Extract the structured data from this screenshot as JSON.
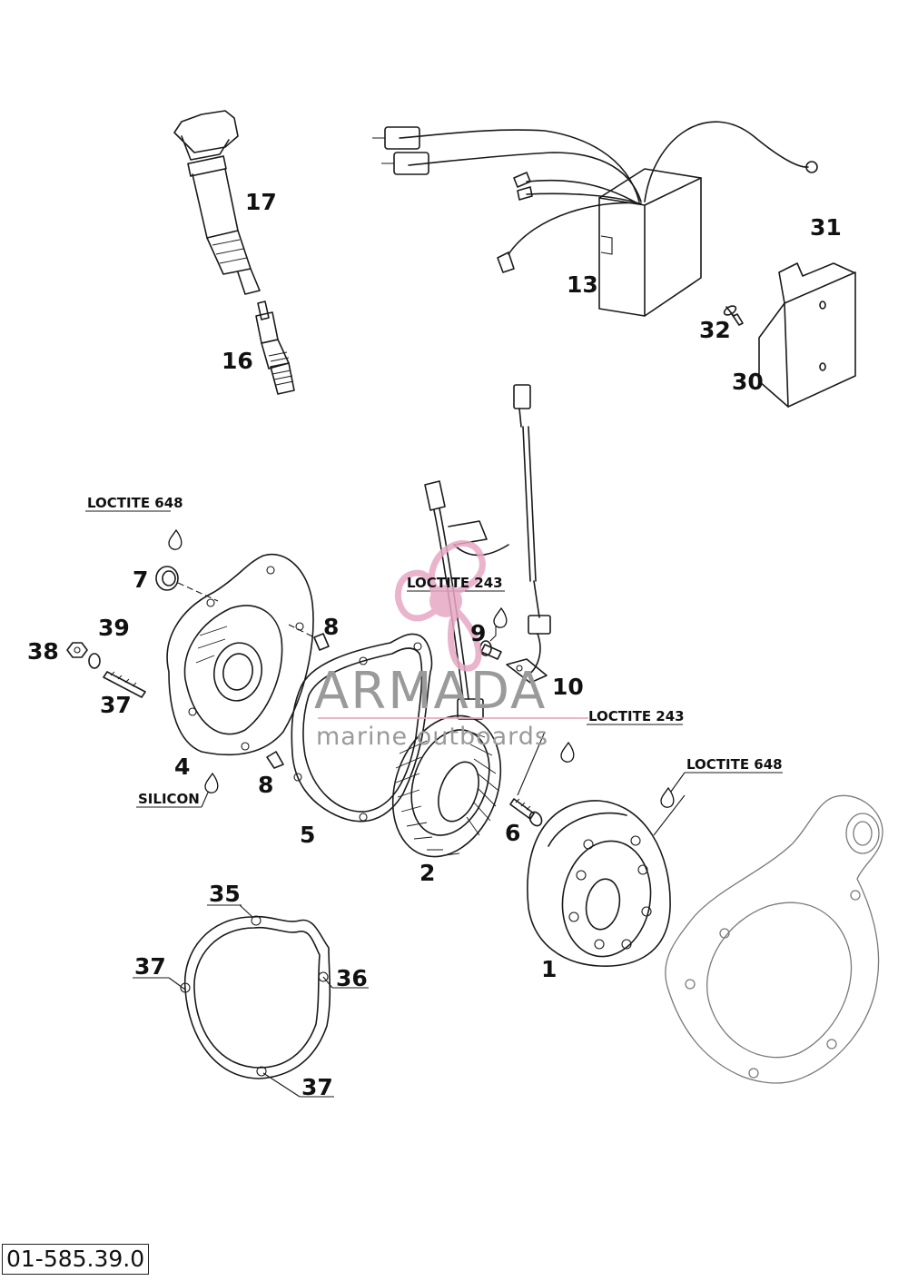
{
  "labels": {
    "p1": "1",
    "p2": "2",
    "p4": "4",
    "p5": "5",
    "p6": "6",
    "p7": "7",
    "p8a": "8",
    "p8b": "8",
    "p9": "9",
    "p10": "10",
    "p13": "13",
    "p16": "16",
    "p17": "17",
    "p30": "30",
    "p31": "31",
    "p32": "32",
    "p35": "35",
    "p36": "36",
    "p37a": "37",
    "p37b": "37",
    "p37c": "37",
    "p38": "38",
    "p39": "39"
  },
  "notes": {
    "loctite648_top": "LOCTITE 648",
    "loctite243_top": "LOCTITE 243",
    "loctite243_mid": "LOCTITE 243",
    "loctite648_right": "LOCTITE 648",
    "silicon": "SILICON"
  },
  "watermark": {
    "brand": "ARMADA",
    "tagline": "marine outboards",
    "accent_color": "#e7a7c4"
  },
  "reference_number": "01-585.39.0"
}
